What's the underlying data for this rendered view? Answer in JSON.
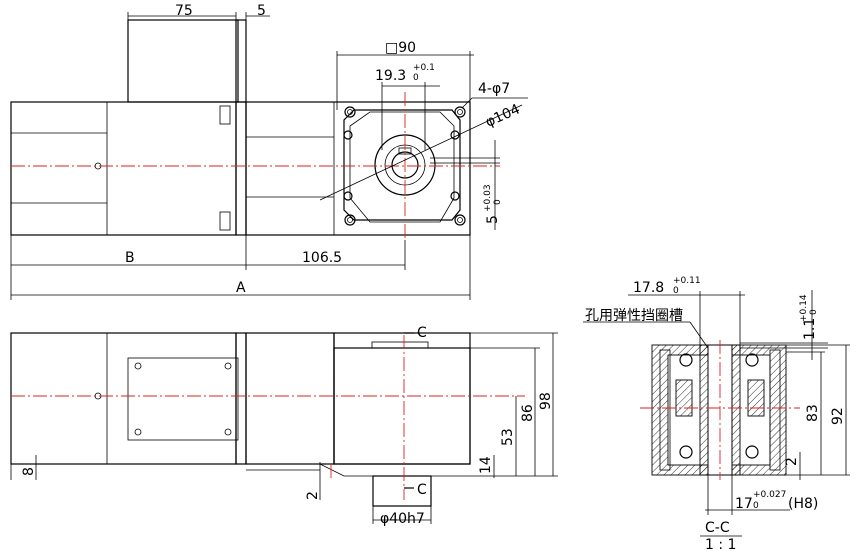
{
  "title": "",
  "colors": {
    "line": "#000000",
    "centerline": "#dd2222",
    "background": "#ffffff"
  },
  "top_view": {
    "dim_75": "75",
    "dim_5": "5",
    "dim_square": "□90",
    "dim_19_3": "19.3",
    "dim_19_3_tol_upper": "+0.1",
    "dim_19_3_tol_lower": "0",
    "dim_holes": "4-φ7",
    "dim_pcd": "φ104",
    "dim_key": "5",
    "dim_key_tol_upper": "+0.03",
    "dim_key_tol_lower": "0",
    "dim_B": "B",
    "dim_106_5": "106.5",
    "dim_A": "A"
  },
  "front_view": {
    "section_mark_top": "C",
    "section_mark_bottom": "C",
    "dim_98": "98",
    "dim_86": "86",
    "dim_53": "53",
    "dim_14": "14",
    "dim_8": "8",
    "dim_2": "2",
    "dim_shaft": "φ40h7"
  },
  "section_view": {
    "dim_17_8": "17.8",
    "dim_17_8_tol_upper": "+0.11",
    "dim_17_8_tol_lower": "0",
    "note_groove": "孔用弹性挡圈槽",
    "dim_1_1": "1.1",
    "dim_1_1_tol_upper": "+0.14",
    "dim_1_1_tol_lower": "0",
    "dim_83": "83",
    "dim_92": "92",
    "dim_2": "2",
    "dim_bore": "17",
    "dim_bore_tol_upper": "+0.027",
    "dim_bore_tol_lower": "0",
    "dim_bore_fit": "(H8)",
    "section_label": "C-C",
    "scale_label": "1 : 1"
  }
}
